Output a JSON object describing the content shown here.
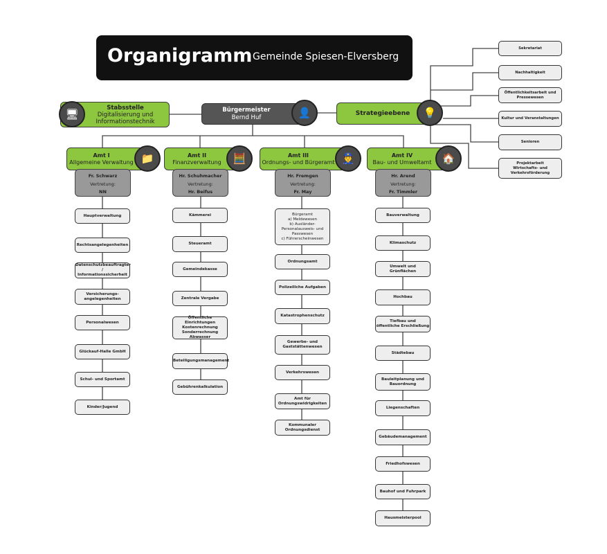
{
  "header": {
    "title": "Organigramm",
    "subtitle": "Gemeinde Spiesen-Elversberg"
  },
  "stabsstelle": {
    "title": "Stabsstelle",
    "line1": "Digitalisierung und",
    "line2": "Informationstechnik",
    "icon": "computer-gears-icon"
  },
  "buergermeister": {
    "title": "Bürgermeister",
    "name": "Bernd Huf",
    "icon": "businessman-icon"
  },
  "strategie": {
    "title": "Strategieebene",
    "icon": "lightbulb-icon",
    "items": [
      "Sekretariat",
      "Nachhaltigkeit",
      "Öffentlichkeitsarbeit und\nPressewesen",
      "Kultur und Veranstaltungen",
      "Senioren",
      "Projektarbeit\nWirtschafts- und\nVerkehrsförderung"
    ]
  },
  "colors": {
    "green": "#8dc63f",
    "dark": "#555555",
    "grey": "#999999",
    "box": "#eeeeee"
  },
  "aemter": [
    {
      "title": "Amt I",
      "subtitle": "Allgemeine Verwaltung",
      "icon": "folder-icon",
      "head": "Fr. Schwarz",
      "deputy_label": "Vertretung:",
      "deputy": "NN",
      "items": [
        "Hauptverwaltung",
        "Rechtsangelegenheiten",
        "Datenschutzbeauftragter /\nInformationssicherheit",
        "Versicherungs-\nangelegenheiten",
        "Personalwesen",
        "Glückauf-Halle GmbH",
        "Schul- und Sportamt",
        "Kinder/Jugend"
      ]
    },
    {
      "title": "Amt II",
      "subtitle": "Finanzverwaltung",
      "icon": "calculator-icon",
      "head": "Hr. Schuhmacher",
      "deputy_label": "Vertretung:",
      "deputy": "Hr. Beifus",
      "items": [
        "Kämmerei",
        "Steueramt",
        "Gemeindekasse",
        "Zentrale Vergabe",
        "Öffentliche Einrichtungen\nKostenrechnung\nSonderrechnung Abwasser",
        "Beteiligungsmanagement",
        "Gebührenkalkulation"
      ]
    },
    {
      "title": "Amt III",
      "subtitle": "Ordnungs- und Bürgeramt",
      "icon": "officer-icon",
      "head": "Hr. Fremgen",
      "deputy_label": "Vertretung:",
      "deputy": "Fr. May",
      "items": [
        "Bürgeramt\na) Meldewesen\nb) Ausländer-\nPersonalausweis- und\nPasswesen\nc) Führerscheinwesen",
        "Ordnungsamt",
        "Polizeiliche Aufgaben",
        "Katastrophenschutz",
        "Gewerbe- und\nGaststättenwesen",
        "Verkehrswesen",
        "Amt für\nOrdnungswidrigkeiten",
        "Kommunaler\nOrdnungsdienst"
      ]
    },
    {
      "title": "Amt IV",
      "subtitle": "Bau- und Umweltamt",
      "icon": "house-plant-icon",
      "head": "Hr. Arend",
      "deputy_label": "Vertretung:",
      "deputy": "Fr. Timmler",
      "items": [
        "Bauverwaltung",
        "Klimaschutz",
        "Umwelt und Grünflächen",
        "Hochbau",
        "Tiefbau und\nöffentliche Erschließung",
        "Städtebau",
        "Bauleitplanung und\nBauordnung",
        "Liegenschaften",
        "Gebäudemanagement",
        "Friedhofswesen",
        "Bauhof und Fuhrpark",
        "Hausmeisterpool"
      ]
    }
  ]
}
